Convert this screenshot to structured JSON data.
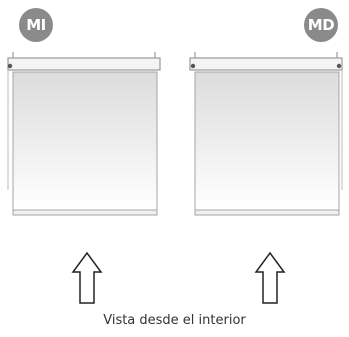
{
  "badges": {
    "left": "MI",
    "right": "MD"
  },
  "caption": "Vista desde el interior",
  "colors": {
    "badge": "#8a8a8a",
    "stroke": "#9a9a9a",
    "arrow": "#222222"
  }
}
